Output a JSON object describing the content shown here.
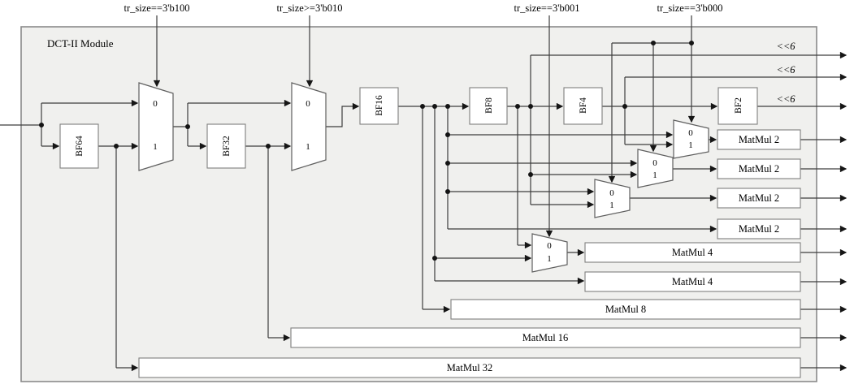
{
  "module": {
    "title": "DCT-II Module"
  },
  "selects": [
    {
      "label": "tr_size==3'b100"
    },
    {
      "label": "tr_size>=3'b010"
    },
    {
      "label": "tr_size==3'b001"
    },
    {
      "label": "tr_size==3'b000"
    }
  ],
  "butterflies": [
    {
      "label": "BF64"
    },
    {
      "label": "BF32"
    },
    {
      "label": "BF16"
    },
    {
      "label": "BF8"
    },
    {
      "label": "BF4"
    },
    {
      "label": "BF2"
    }
  ],
  "matmuls": [
    {
      "label": "MatMul 2"
    },
    {
      "label": "MatMul 2"
    },
    {
      "label": "MatMul 2"
    },
    {
      "label": "MatMul 2"
    },
    {
      "label": "MatMul 4"
    },
    {
      "label": "MatMul 4"
    },
    {
      "label": "MatMul 8"
    },
    {
      "label": "MatMul 16"
    },
    {
      "label": "MatMul 32"
    }
  ],
  "mux": {
    "zero": "0",
    "one": "1"
  },
  "shift_labels": [
    {
      "label": "<<6"
    },
    {
      "label": "<<6"
    },
    {
      "label": "<<6"
    }
  ],
  "colors": {
    "wire": "#3d3d3d",
    "arrow": "#161616",
    "box_stroke": "#7f7f7f",
    "box_fill": "#ffffff",
    "module_fill": "#f0f0ee",
    "module_stroke": "#8a8a8a",
    "text": "#000000"
  }
}
